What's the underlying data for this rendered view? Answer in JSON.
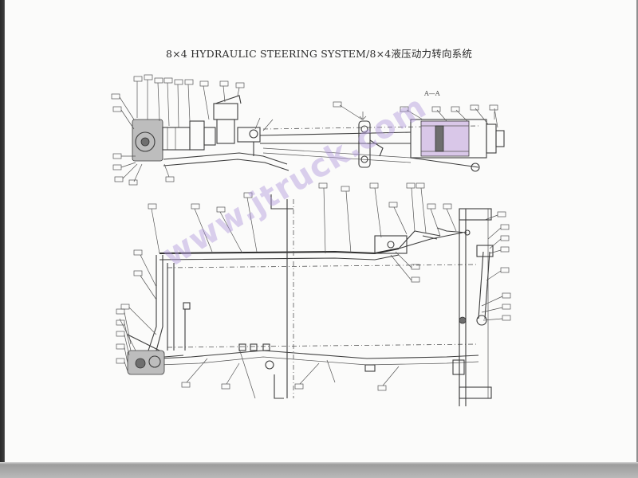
{
  "title": "8×4 HYDRAULIC STEERING SYSTEM/8×4液压动力转向系统",
  "section_label": "A—A",
  "watermark": "www.jtruck.com",
  "colors": {
    "paper": "#fbfbfa",
    "ink": "#3c3c3c",
    "watermark": "#b096dc",
    "scan_border": "#8f8f8f"
  }
}
